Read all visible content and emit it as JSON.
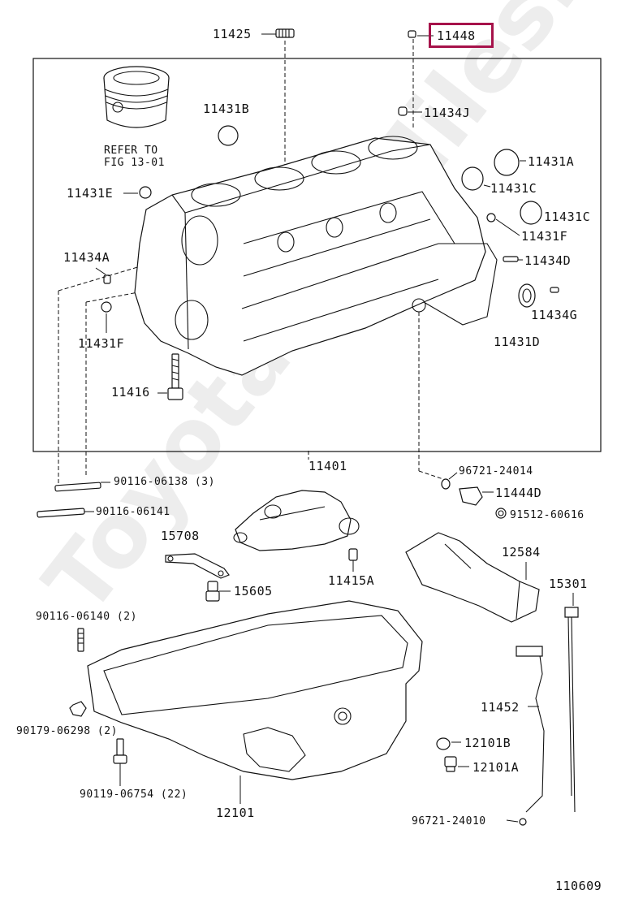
{
  "diagram": {
    "highlight_color": "#a6124a",
    "watermark": "ToyotaCarMiles.ru",
    "refer_note": [
      "REFER TO",
      "FIG 13-01"
    ],
    "figure_number": "110609",
    "labels": {
      "p11425": "11425",
      "p11448": "11448",
      "p11431B": "11431B",
      "p11434J": "11434J",
      "p11431A": "11431A",
      "p11431C_1": "11431C",
      "p11431C_2": "11431C",
      "p11431E": "11431E",
      "p11431F_r": "11431F",
      "p11434A": "11434A",
      "p11434D": "11434D",
      "p11434G": "11434G",
      "p11431F_l": "11431F",
      "p11431D": "11431D",
      "p11416": "11416",
      "p11401": "11401",
      "p90116_06138": "90116-06138 (3)",
      "p90116_06141": "90116-06141",
      "p96721_24014": "96721-24014",
      "p11444D": "11444D",
      "p91512_60616": "91512-60616",
      "p15708": "15708",
      "p15605": "15605",
      "p11415A": "11415A",
      "p12584": "12584",
      "p15301": "15301",
      "p90116_06140": "90116-06140 (2)",
      "p11452": "11452",
      "p90179_06298": "90179-06298 (2)",
      "p12101B": "12101B",
      "p12101A": "12101A",
      "p90119_06754": "90119-06754 (22)",
      "p12101": "12101",
      "p96721_24010": "96721-24010"
    }
  }
}
